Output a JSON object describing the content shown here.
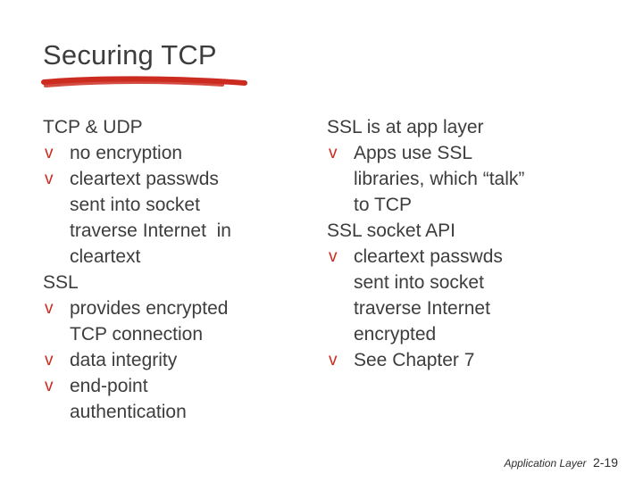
{
  "slide": {
    "title": "Securing TCP",
    "bullet_glyph": "v",
    "colors": {
      "text": "#3d3d3d",
      "accent": "#cc2b20"
    },
    "left": {
      "items": [
        {
          "type": "plain",
          "text": "TCP & UDP"
        },
        {
          "type": "bullet",
          "text": "no encryption"
        },
        {
          "type": "bullet",
          "text": "cleartext passwds sent into socket traverse Internet  in cleartext"
        },
        {
          "type": "plain",
          "text": "SSL"
        },
        {
          "type": "bullet",
          "text": "provides encrypted TCP connection"
        },
        {
          "type": "bullet",
          "text": "data integrity"
        },
        {
          "type": "bullet",
          "text": "end-point authentication"
        }
      ]
    },
    "right": {
      "items": [
        {
          "type": "plain",
          "text": "SSL is at app layer"
        },
        {
          "type": "bullet",
          "text": "Apps use SSL libraries, which “talk” to TCP"
        },
        {
          "type": "plain",
          "text": "SSL socket API"
        },
        {
          "type": "bullet",
          "text": "cleartext passwds sent into socket traverse Internet encrypted"
        },
        {
          "type": "bullet",
          "text": "See Chapter 7"
        }
      ]
    },
    "footer": {
      "label": "Application Layer",
      "page": "2-19"
    }
  }
}
